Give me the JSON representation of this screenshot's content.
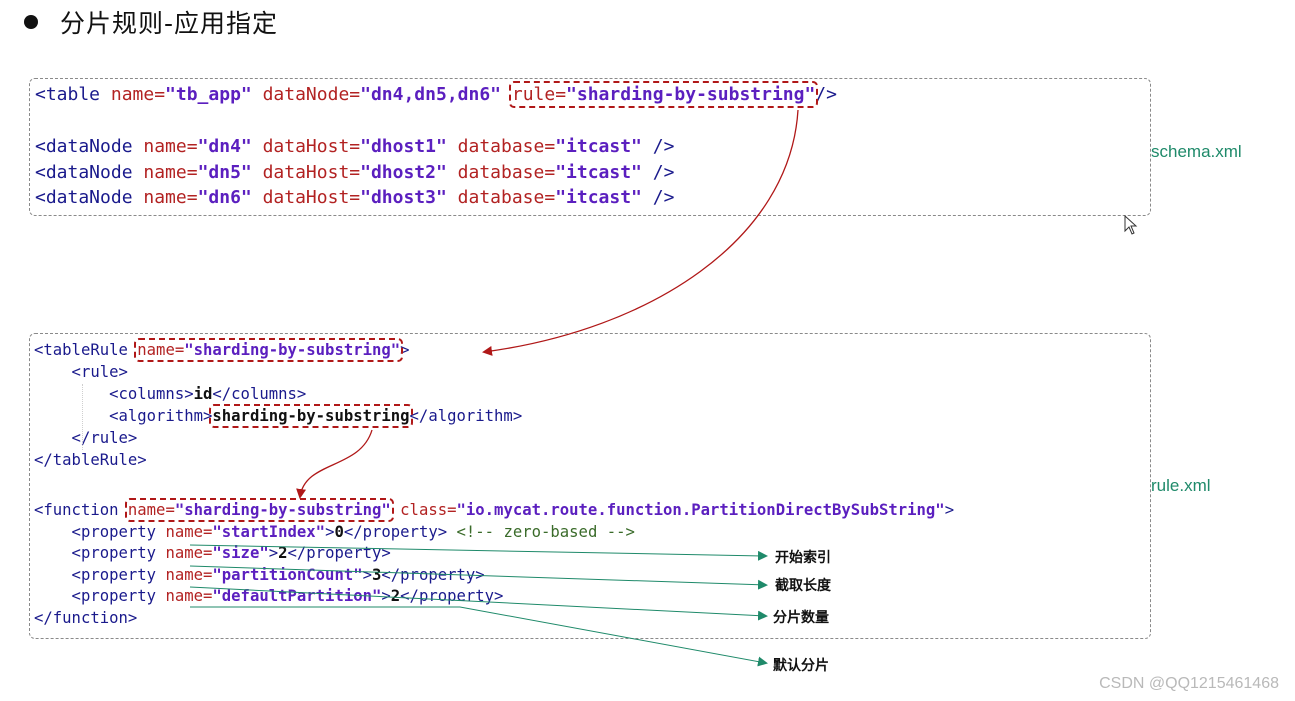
{
  "title": "分片规则-应用指定",
  "schema": {
    "file_label": "schema.xml",
    "table_line": {
      "open": "<table ",
      "name_attr": "name=",
      "name_val": "\"tb_app\"",
      "datanode_attr": " dataNode=",
      "datanode_val": "\"dn4,dn5,dn6\"",
      "space": " ",
      "rule_attr": "rule=",
      "rule_val": "\"sharding-by-substring\"",
      "close": "/>"
    },
    "datanodes": [
      {
        "name_val": "\"dn4\"",
        "host_val": "\"dhost1\"",
        "db_val": "\"itcast\""
      },
      {
        "name_val": "\"dn5\"",
        "host_val": "\"dhost2\"",
        "db_val": "\"itcast\""
      },
      {
        "name_val": "\"dn6\"",
        "host_val": "\"dhost3\"",
        "db_val": "\"itcast\""
      }
    ],
    "dn_tokens": {
      "open": "<dataNode ",
      "name_attr": "name=",
      "host_attr": " dataHost=",
      "db_attr": " database=",
      "close": " />"
    }
  },
  "rule": {
    "file_label": "rule.xml",
    "tablerule_open": "<tableRule ",
    "tablerule_name_attr": "name=",
    "tablerule_name_val": "\"sharding-by-substring\"",
    "tablerule_gt": ">",
    "rule_open": "    <rule>",
    "columns_open": "        <columns>",
    "columns_val": "id",
    "columns_close": "</columns>",
    "algorithm_open": "        <algorithm>",
    "algorithm_val": "sharding-by-substring",
    "algorithm_close": "</algorithm>",
    "rule_close": "    </rule>",
    "tablerule_close": "</tableRule>",
    "function_open": "<function ",
    "function_name_attr": "name=",
    "function_name_val": "\"sharding-by-substring\"",
    "function_class_attr": " class=",
    "function_class_val": "\"io.mycat.route.function.PartitionDirectBySubString\"",
    "function_gt": ">",
    "properties": [
      {
        "name_val": "\"startIndex\"",
        "value": "0",
        "comment": " <!-- zero-based -->"
      },
      {
        "name_val": "\"size\"",
        "value": "2",
        "comment": ""
      },
      {
        "name_val": "\"partitionCount\"",
        "value": "3",
        "comment": ""
      },
      {
        "name_val": "\"defaultPartition\"",
        "value": "2",
        "comment": ""
      }
    ],
    "prop_tokens": {
      "open": "    <property ",
      "name_attr": "name=",
      "gt": ">",
      "close": "</property>"
    },
    "function_close": "</function>"
  },
  "annotations": [
    "开始索引",
    "截取长度",
    "分片数量",
    "默认分片"
  ],
  "watermark": "CSDN @QQ1215461468",
  "colors": {
    "tag": "#1a1a8c",
    "attr": "#b22222",
    "value": "#5b1fbf",
    "highlight_box": "#b01818",
    "arrow_red": "#b01818",
    "arrow_green": "#1f8a6a",
    "file_label": "#1f8a6a"
  }
}
